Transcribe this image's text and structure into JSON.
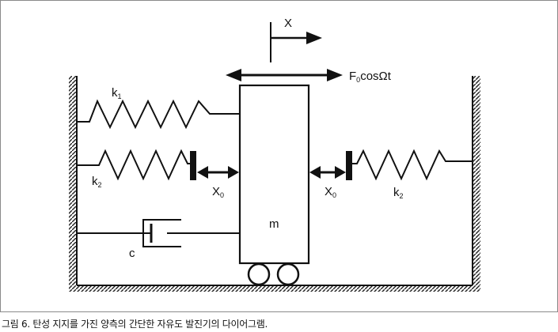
{
  "labels": {
    "displacement": "X",
    "force_main": "F",
    "force_sub": "0",
    "force_tail": "cosΩt",
    "k1_main": "k",
    "k1_sub": "1",
    "k2_left_main": "k",
    "k2_left_sub": "2",
    "k2_right_main": "k",
    "k2_right_sub": "2",
    "x0_left_main": "X",
    "x0_left_sub": "0",
    "x0_right_main": "X",
    "x0_right_sub": "0",
    "mass": "m",
    "damper": "c"
  },
  "caption": "그림 6. 탄성 지지를 가진 양측의 간단한 자유도 발진기의 다이어그램."
}
